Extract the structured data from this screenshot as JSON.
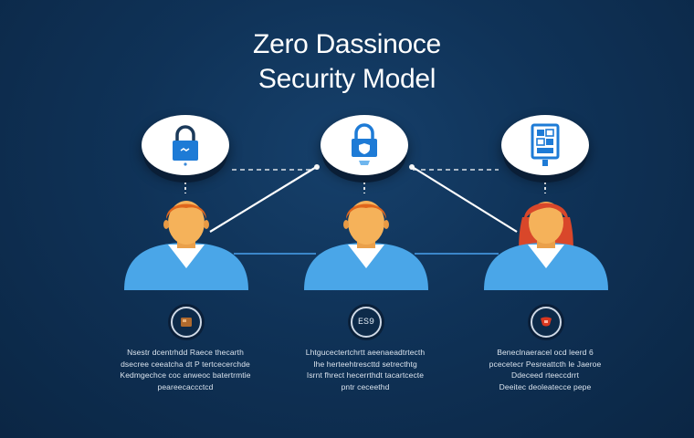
{
  "title": {
    "line1": "Zero Dassinoce",
    "line2": "Security Model"
  },
  "nodes": [
    {
      "icon": "padlock-icon",
      "badge_icon": "brown-square-icon",
      "badge_text": "",
      "caption": [
        "Nsestr dcentrhdd Raece thecarth",
        "dsecree ceeatcha dt P tertcecerchde",
        "Kedmgechce coc anweoc batertrmtie",
        "peareecaccctcd"
      ]
    },
    {
      "icon": "padlock-shield-icon",
      "badge_icon": "",
      "badge_text": "ES9",
      "caption": [
        "Lhtgucectertchrtt aeenaeadtrtecth",
        "Ihe herteehtrescttd setrecthtg",
        "Isrnt fhrect hecerrthdt tacartcecte",
        "pntr ceceethd"
      ]
    },
    {
      "icon": "device-icon",
      "badge_icon": "red-shield-icon",
      "badge_text": "",
      "caption": [
        "Beneclnaeracel ocd leerd 6",
        "pcecetecr Pesreattcth le Jaeroe",
        "Ddeceed rteeccdrrt",
        "Deeitec deoleatecce pepe"
      ]
    }
  ],
  "colors": {
    "background": "#0f3257",
    "accent": "#1e7bd6",
    "person_body": "#4aa6e8",
    "skin": "#f5b25a",
    "hair_orange": "#e0661c",
    "hair_red": "#d9472a",
    "link": "#ffffff"
  }
}
